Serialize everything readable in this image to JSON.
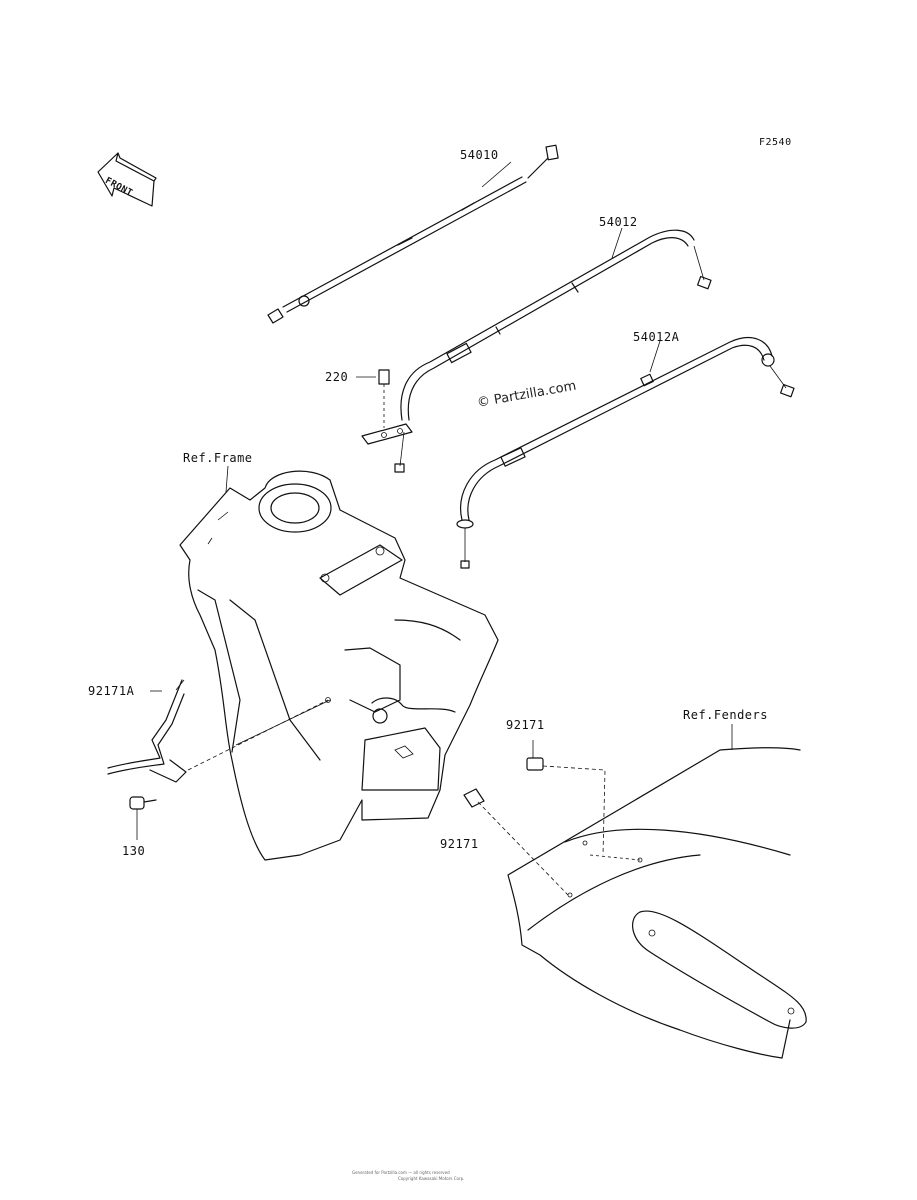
{
  "diagram": {
    "figure_code": "F2540",
    "front_label": "FRONT",
    "watermark": "© Partzilla.com",
    "footer_line1": "Generated for Partzilla.com — all rights reserved",
    "footer_line2": "Copyright Kawasaki Motors Corp.",
    "callouts": {
      "p54010": "54010",
      "p54012": "54012",
      "p54012a": "54012A",
      "p220": "220",
      "ref_frame": "Ref.Frame",
      "p92171a": "92171A",
      "p130": "130",
      "p92171_top": "92171",
      "p92171_bottom": "92171",
      "ref_fenders": "Ref.Fenders"
    }
  }
}
